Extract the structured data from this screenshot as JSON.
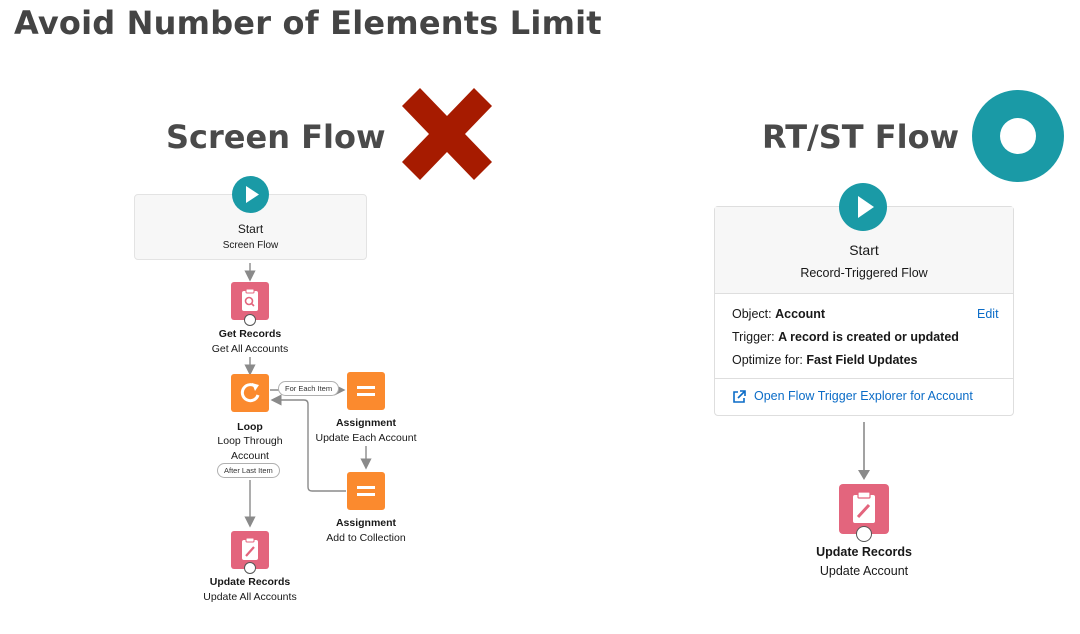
{
  "page": {
    "title": "Avoid Number of Elements Limit"
  },
  "screen_flow": {
    "title": "Screen Flow",
    "verdict_icon": "red-x-icon",
    "start": {
      "label": "Start",
      "sublabel": "Screen Flow"
    },
    "get_records": {
      "label": "Get Records",
      "sublabel": "Get All Accounts"
    },
    "loop": {
      "label": "Loop",
      "sublabel_line1": "Loop Through",
      "sublabel_line2": "Account"
    },
    "for_each_pill": "For Each Item",
    "after_last_pill": "After Last Item",
    "assignment1": {
      "label": "Assignment",
      "sublabel": "Update Each Account"
    },
    "assignment2": {
      "label": "Assignment",
      "sublabel": "Add to Collection"
    },
    "update_records": {
      "label": "Update Records",
      "sublabel": "Update All Accounts"
    }
  },
  "rt_flow": {
    "title": "RT/ST Flow",
    "verdict_icon": "teal-circle-icon",
    "start": {
      "label": "Start",
      "sublabel": "Record-Triggered Flow"
    },
    "object_label": "Object:",
    "object_value": "Account",
    "edit_link": "Edit",
    "trigger_label": "Trigger:",
    "trigger_value": "A record is created or updated",
    "optimize_label": "Optimize for:",
    "optimize_value": "Fast Field Updates",
    "explorer_link": "Open Flow Trigger Explorer for Account",
    "update_records": {
      "label": "Update Records",
      "sublabel": "Update Account"
    }
  },
  "colors": {
    "title_gray": "#444444",
    "red_x": "#a61b00",
    "teal": "#1a9aa6",
    "pink": "#e3657d",
    "orange": "#fb8a2e",
    "link_blue": "#0b6cc7"
  }
}
